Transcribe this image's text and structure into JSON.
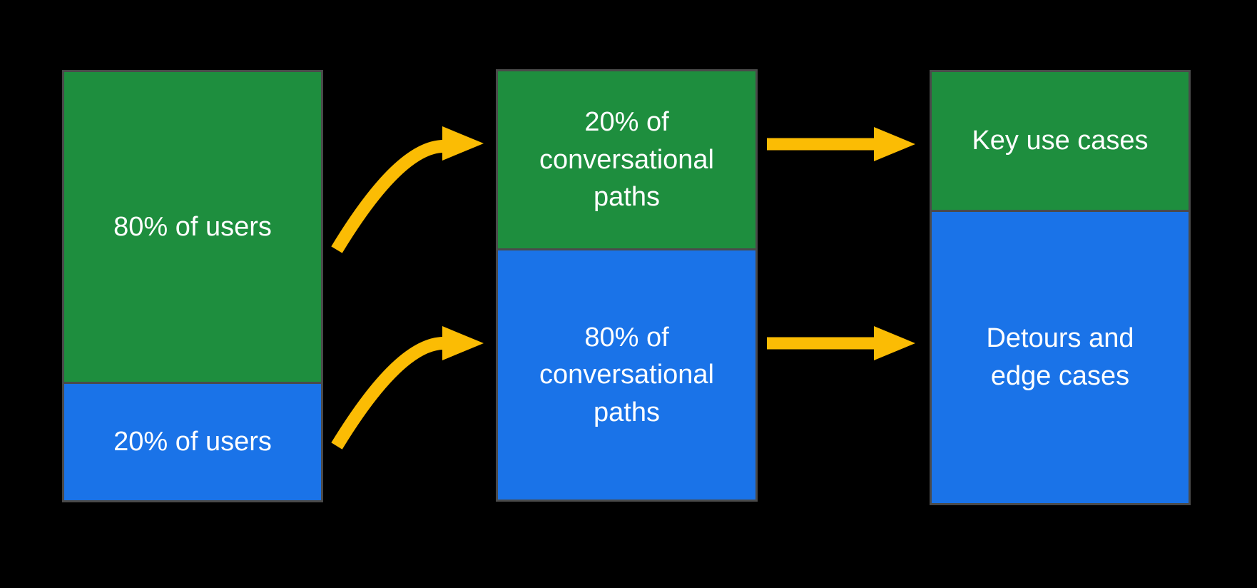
{
  "colors": {
    "bg": "#000000",
    "green": "#1E8E3E",
    "blue": "#1A73E8",
    "arrow": "#FBBC04",
    "border": "#4A4A4A",
    "text": "#FFFFFF"
  },
  "columns": [
    {
      "id": "users",
      "segments": [
        {
          "color": "green",
          "label": "80% of users"
        },
        {
          "color": "blue",
          "label": "20% of users"
        }
      ]
    },
    {
      "id": "conversational-paths",
      "segments": [
        {
          "color": "green",
          "label": "20% of conversational paths"
        },
        {
          "color": "blue",
          "label": "80% of conversational paths"
        }
      ]
    },
    {
      "id": "outcomes",
      "segments": [
        {
          "color": "green",
          "label": "Key use cases"
        },
        {
          "color": "blue",
          "label": "Detours and edge cases"
        }
      ]
    }
  ],
  "arrows": [
    {
      "type": "curved",
      "from": "80% of users",
      "to": "20% of conversational paths"
    },
    {
      "type": "curved",
      "from": "20% of users",
      "to": "80% of conversational paths"
    },
    {
      "type": "straight",
      "from": "20% of conversational paths",
      "to": "Key use cases"
    },
    {
      "type": "straight",
      "from": "80% of conversational paths",
      "to": "Detours and edge cases"
    }
  ]
}
